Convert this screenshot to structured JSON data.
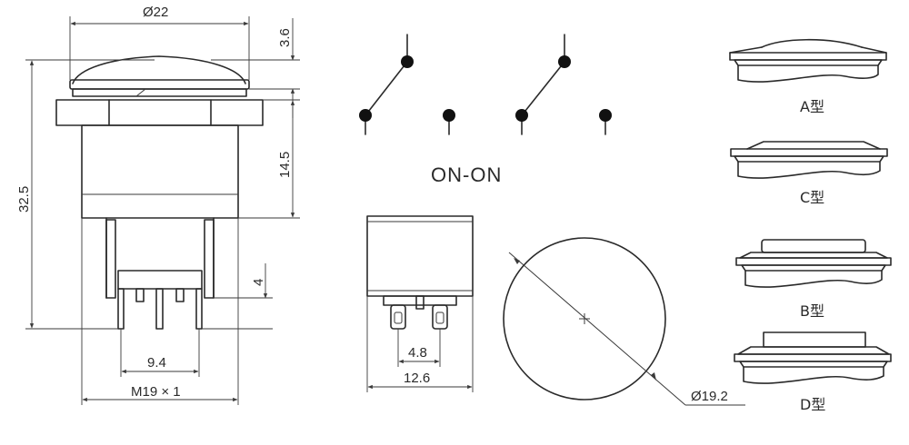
{
  "dimensions": {
    "diameter_top": "Ø22",
    "cap_height": "3.6",
    "total_height": "32.5",
    "body_height": "14.5",
    "pin_height": "4",
    "pin_pitch": "9.4",
    "thread": "M19 × 1",
    "side_pin_pitch": "4.8",
    "side_width": "12.6",
    "cutout_diameter": "Ø19.2"
  },
  "switch_label": "ON-ON",
  "cap_types": [
    {
      "label": "A型"
    },
    {
      "label": "C型"
    },
    {
      "label": "B型"
    },
    {
      "label": "D型"
    }
  ]
}
